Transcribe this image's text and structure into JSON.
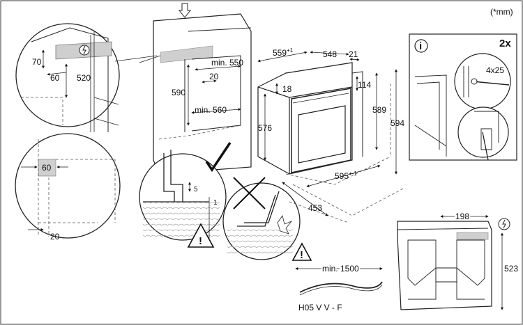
{
  "header": {
    "units_note": "(*mm)"
  },
  "callout_top_left": {
    "dim_70": "70",
    "dim_60": "60",
    "dim_520": "520"
  },
  "callout_mid_left": {
    "dim_60": "60",
    "dim_20": "20"
  },
  "cabinet": {
    "min_550": "min. 550",
    "dim_20": "20",
    "dim_590": "590",
    "min_560": "min. 560"
  },
  "detail_ok": {
    "dim_5": "5",
    "dim_1": "1"
  },
  "oven": {
    "dim_559": "559",
    "dim_559_sup": "+1",
    "dim_548": "548",
    "dim_21": "21",
    "dim_18": "18",
    "dim_114": "114",
    "dim_576": "576",
    "dim_589": "589",
    "dim_594": "594",
    "dim_595": "595",
    "dim_595_sup": "+-1",
    "dim_453": "453"
  },
  "screw_panel": {
    "info": "i",
    "count": "2x",
    "screw": "4x25"
  },
  "cable": {
    "min_length": "min. 1500",
    "type": "H05 V V - F"
  },
  "bottom_right": {
    "dim_198": "198",
    "dim_523": "523"
  },
  "colors": {
    "line": "#1a1a1a",
    "dash": "#555555",
    "hatch": "#9a9a9a",
    "shade": "#cfcfcf"
  }
}
